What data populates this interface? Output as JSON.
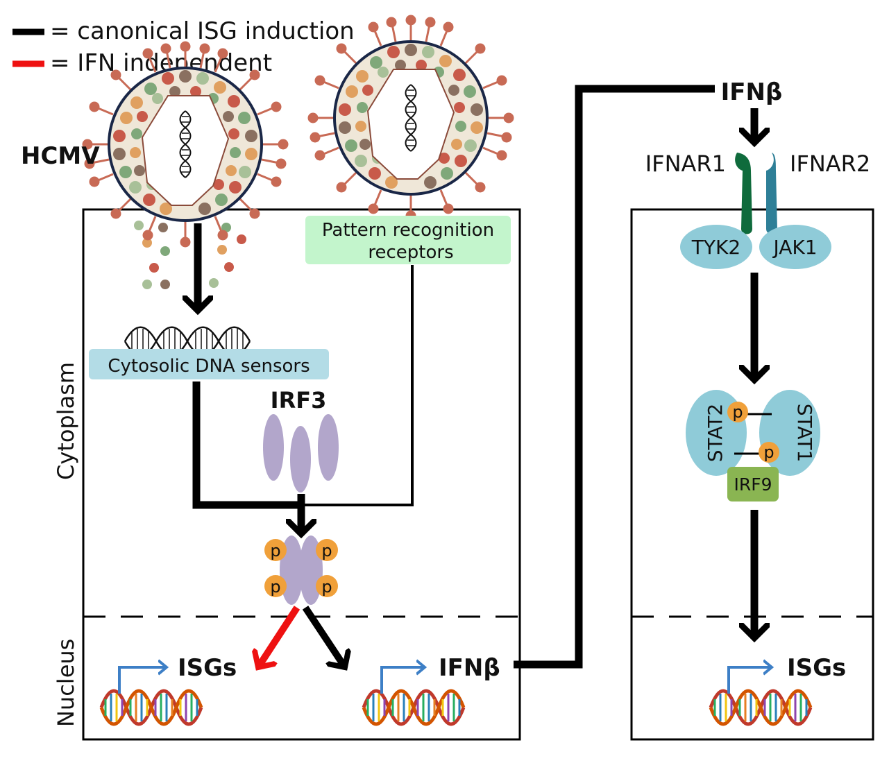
{
  "legend": {
    "canonical": {
      "label": "= canonical ISG induction",
      "color": "#000000"
    },
    "ifn_independent": {
      "label": "= IFN independent",
      "color": "#ee1111"
    }
  },
  "virus": {
    "label": "HCMV",
    "virion_count": 2
  },
  "cell_left": {
    "regions": {
      "cytoplasm": "Cytoplasm",
      "nucleus": "Nucleus"
    },
    "sensors": {
      "dna": "Cytosolic DNA sensors",
      "prr_line1": "Pattern recognition",
      "prr_line2": "receptors"
    },
    "irf3": {
      "label": "IRF3",
      "phospho": "p"
    },
    "genes": {
      "isgs": "ISGs",
      "ifnb": "IFNβ"
    }
  },
  "cell_right": {
    "ligand": "IFNβ",
    "receptors": {
      "ifnar1": "IFNAR1",
      "ifnar2": "IFNAR2"
    },
    "kinases": {
      "tyk2": "TYK2",
      "jak1": "JAK1"
    },
    "stats": {
      "stat2": "STAT2",
      "stat1": "STAT1",
      "phospho": "p",
      "irf9": "IRF9"
    },
    "genes": {
      "isgs": "ISGs"
    }
  },
  "colors": {
    "sensor_box": "#b3dce6",
    "prr_box": "#c3f5cc",
    "irf3": "#b2a6cb",
    "phospho": "#f0a03a",
    "kinase": "#8fcbd8",
    "irf9": "#8ab552",
    "ifnar1": "#0f6b3c",
    "ifnar2": "#2e7f97",
    "promoter_arrow": "#3d7fc6",
    "red_arrow": "#ee1111"
  }
}
